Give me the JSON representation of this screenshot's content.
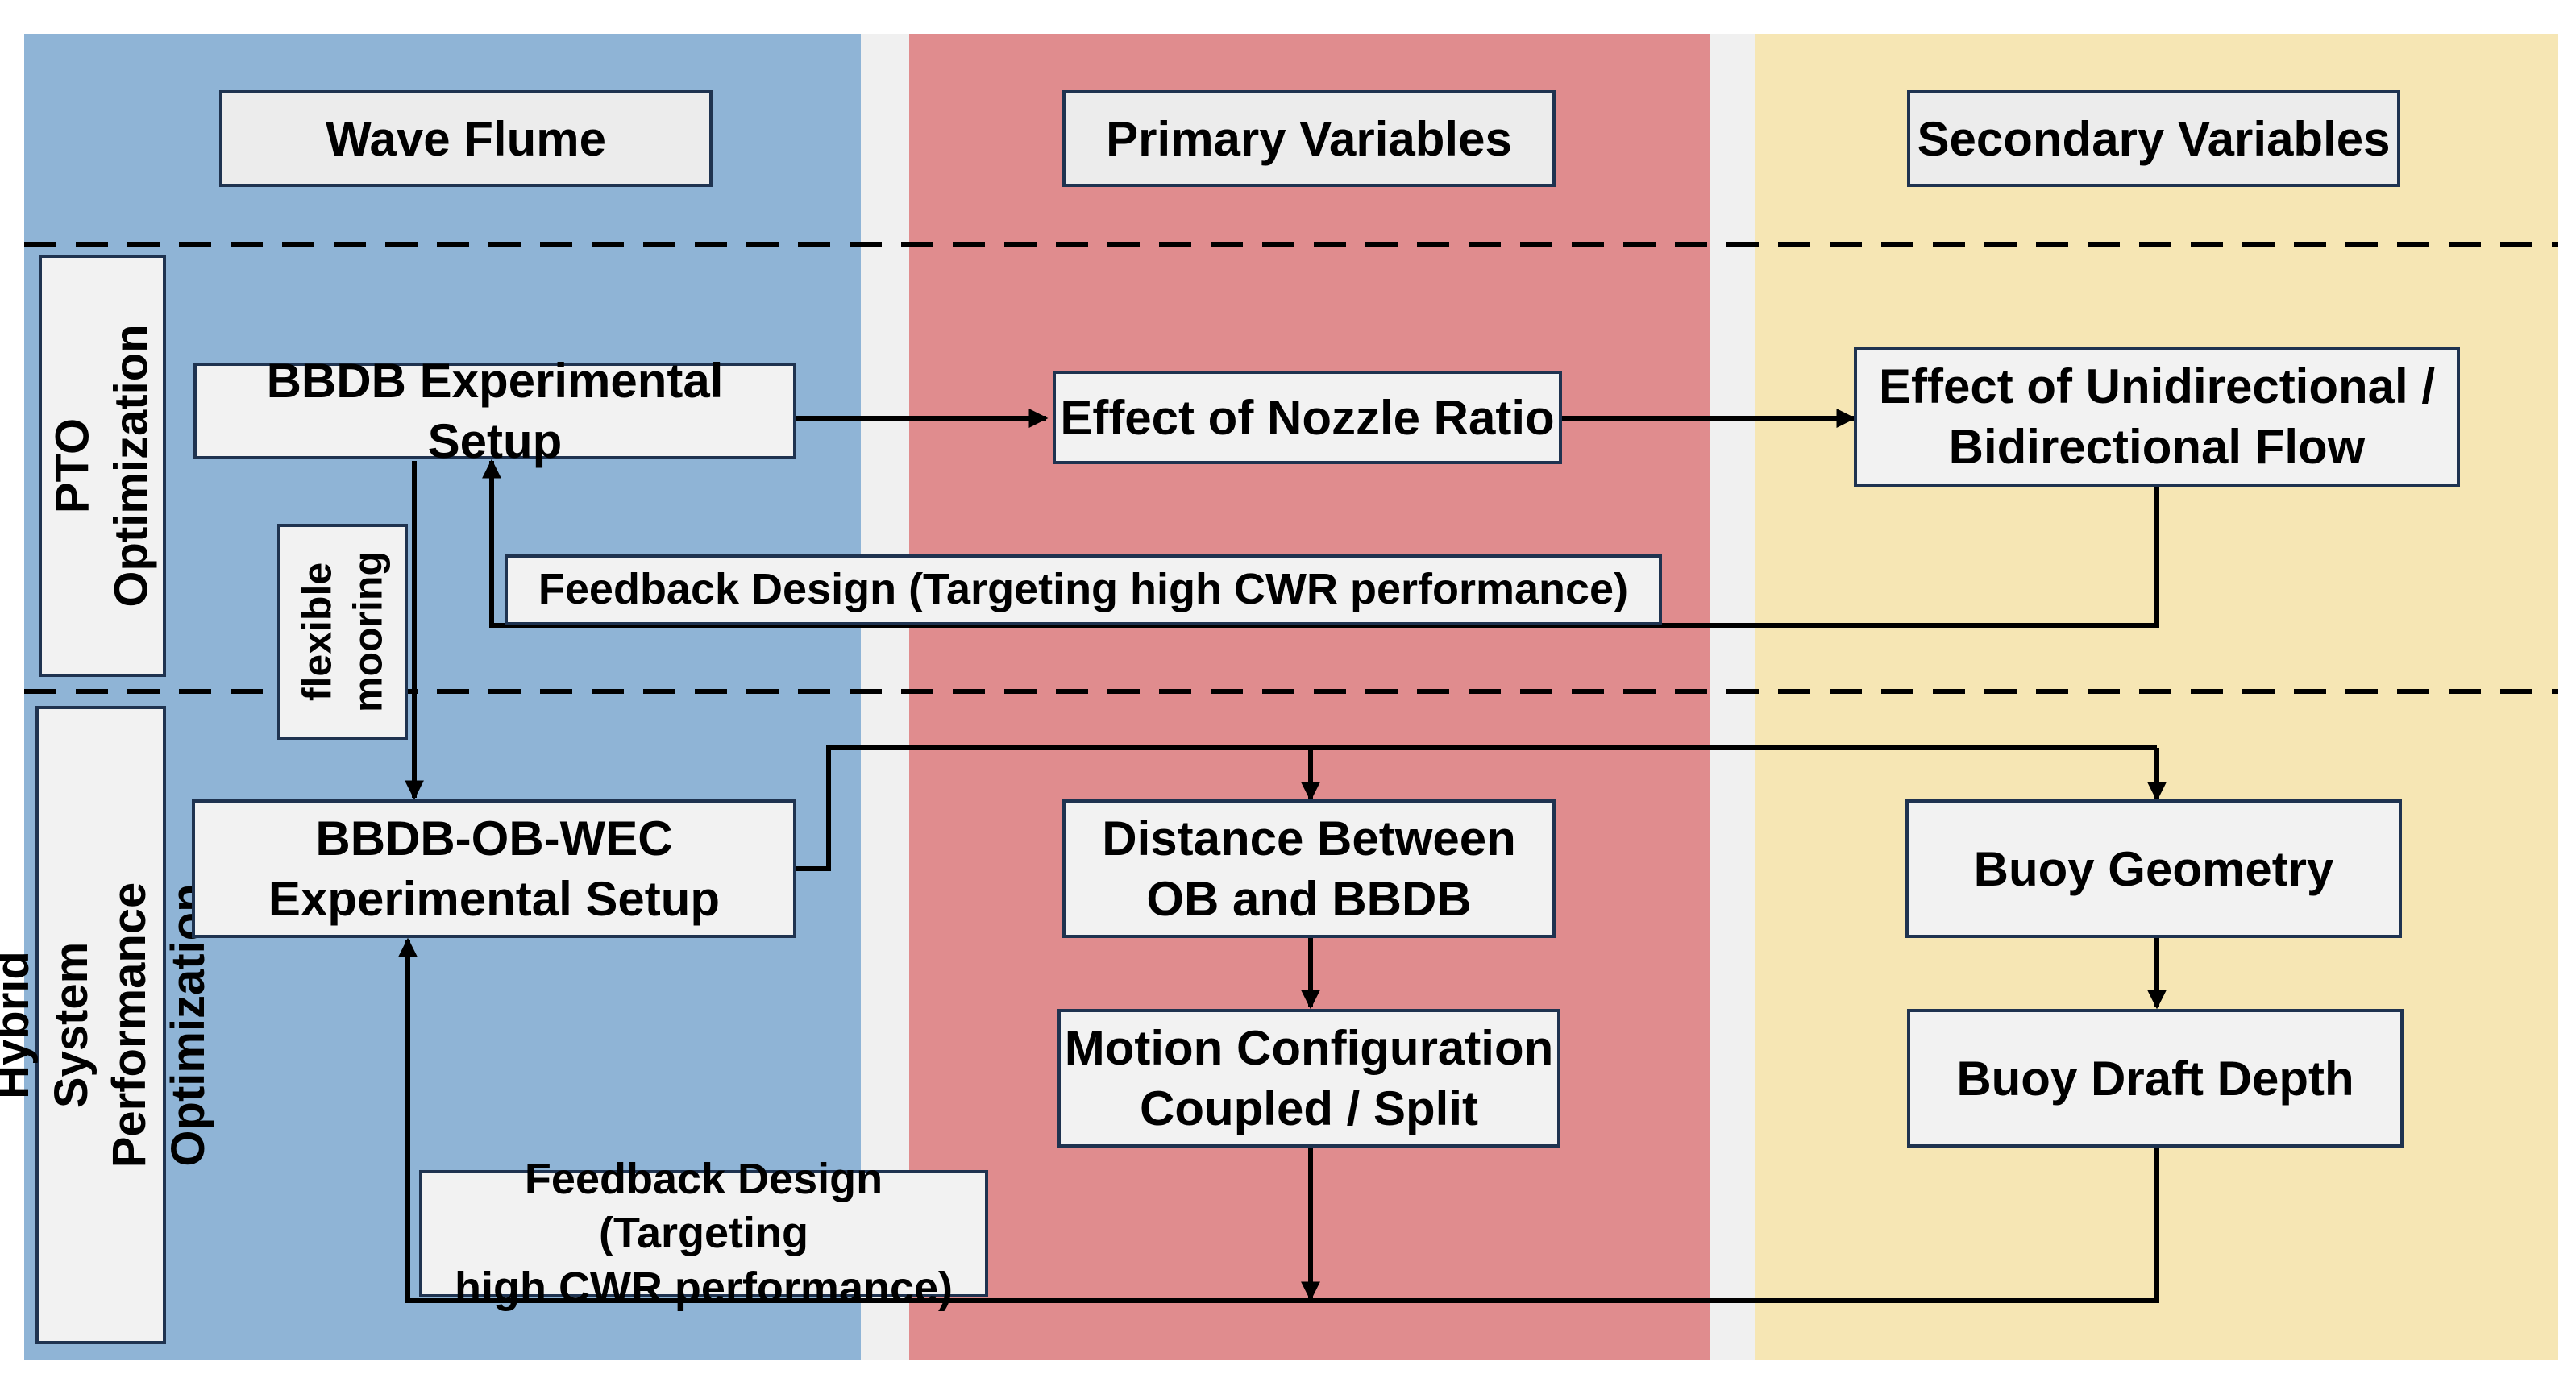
{
  "columns": {
    "left": "Wave Flume",
    "middle": "Primary Variables",
    "right": "Secondary Variables"
  },
  "rows": {
    "top": "PTO Optimization",
    "bottom": "Hybrid System\nPerformance Optimization"
  },
  "nodes": {
    "bbdb_setup": "BBDB Experimental Setup",
    "nozzle_ratio": "Effect of Nozzle Ratio",
    "flow_direction": "Effect of Unidirectional /\nBidirectional Flow",
    "feedback_top": "Feedback Design (Targeting high CWR performance)",
    "mooring": "flexible\nmooring",
    "hybrid_setup": "BBDB-OB-WEC\nExperimental Setup",
    "distance": "Distance Between\nOB and BBDB",
    "motion": "Motion Configuration\nCoupled / Split",
    "buoy_geometry": "Buoy Geometry",
    "buoy_draft": "Buoy Draft Depth",
    "feedback_bottom": "Feedback Design (Targeting\nhigh CWR performance)"
  },
  "colors": {
    "wave_flume": "#8fb4d6",
    "primary": "#e08c8e",
    "secondary": "#f6e6b4",
    "box_fill": "#f2f2f2",
    "box_border": "#1f3350",
    "line": "#000000"
  }
}
